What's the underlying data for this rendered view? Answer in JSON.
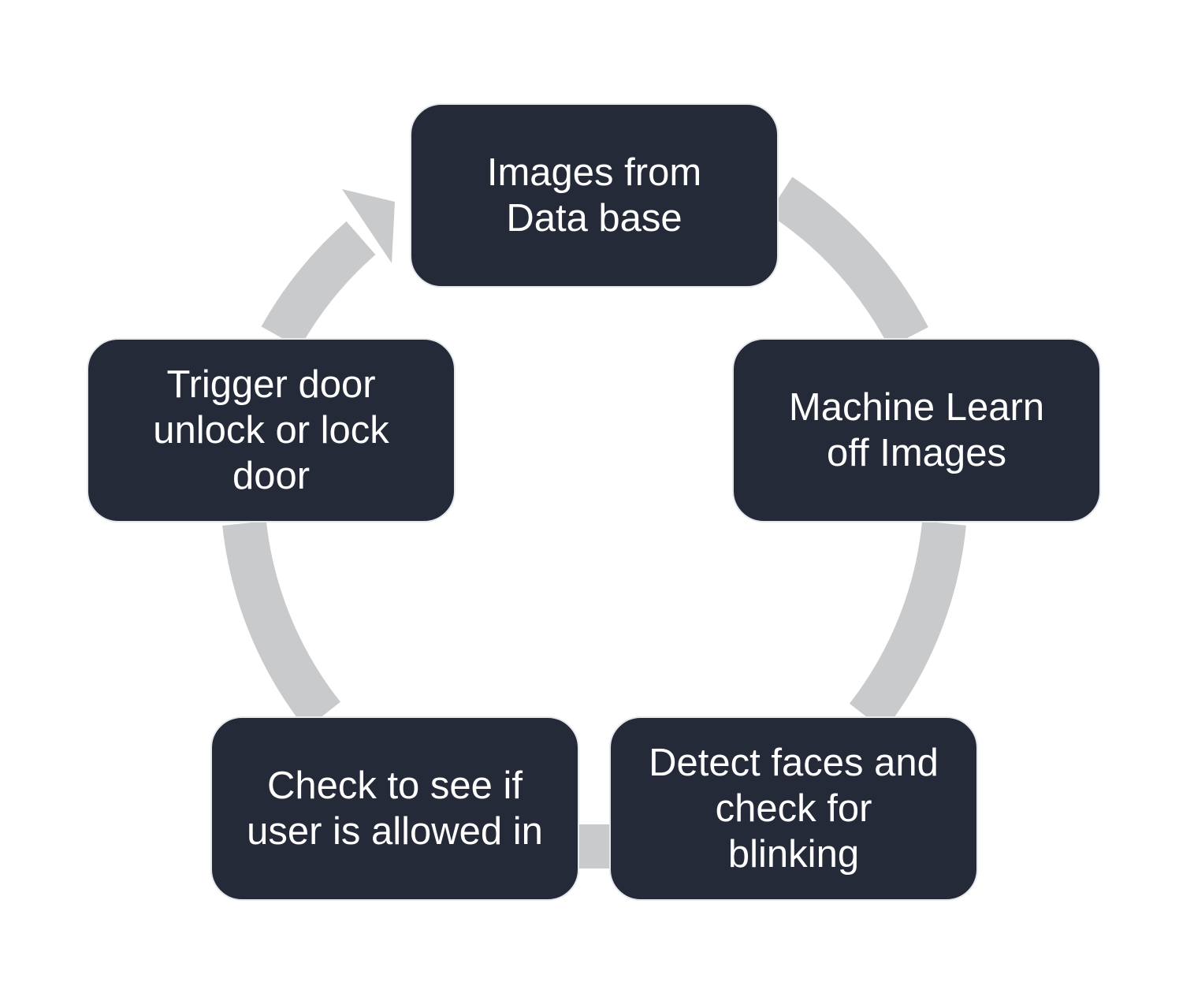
{
  "diagram": {
    "type": "cycle",
    "colors": {
      "node_fill": "#242a38",
      "node_border": "#e6e8ec",
      "node_text": "#ffffff",
      "connector": "#c9cacc"
    },
    "nodes": [
      {
        "id": "images-from-database",
        "label": "Images from\nData base"
      },
      {
        "id": "machine-learn",
        "label": "Machine Learn\noff Images"
      },
      {
        "id": "detect-faces",
        "label": "Detect faces and\ncheck for\nblinking"
      },
      {
        "id": "check-user",
        "label": "Check to see if\nuser is allowed in"
      },
      {
        "id": "trigger-door",
        "label": "Trigger door\nunlock or lock\ndoor"
      }
    ],
    "edges": [
      {
        "from": "images-from-database",
        "to": "machine-learn"
      },
      {
        "from": "machine-learn",
        "to": "detect-faces"
      },
      {
        "from": "detect-faces",
        "to": "check-user"
      },
      {
        "from": "check-user",
        "to": "trigger-door"
      },
      {
        "from": "trigger-door",
        "to": "images-from-database",
        "arrowhead": true
      }
    ]
  }
}
